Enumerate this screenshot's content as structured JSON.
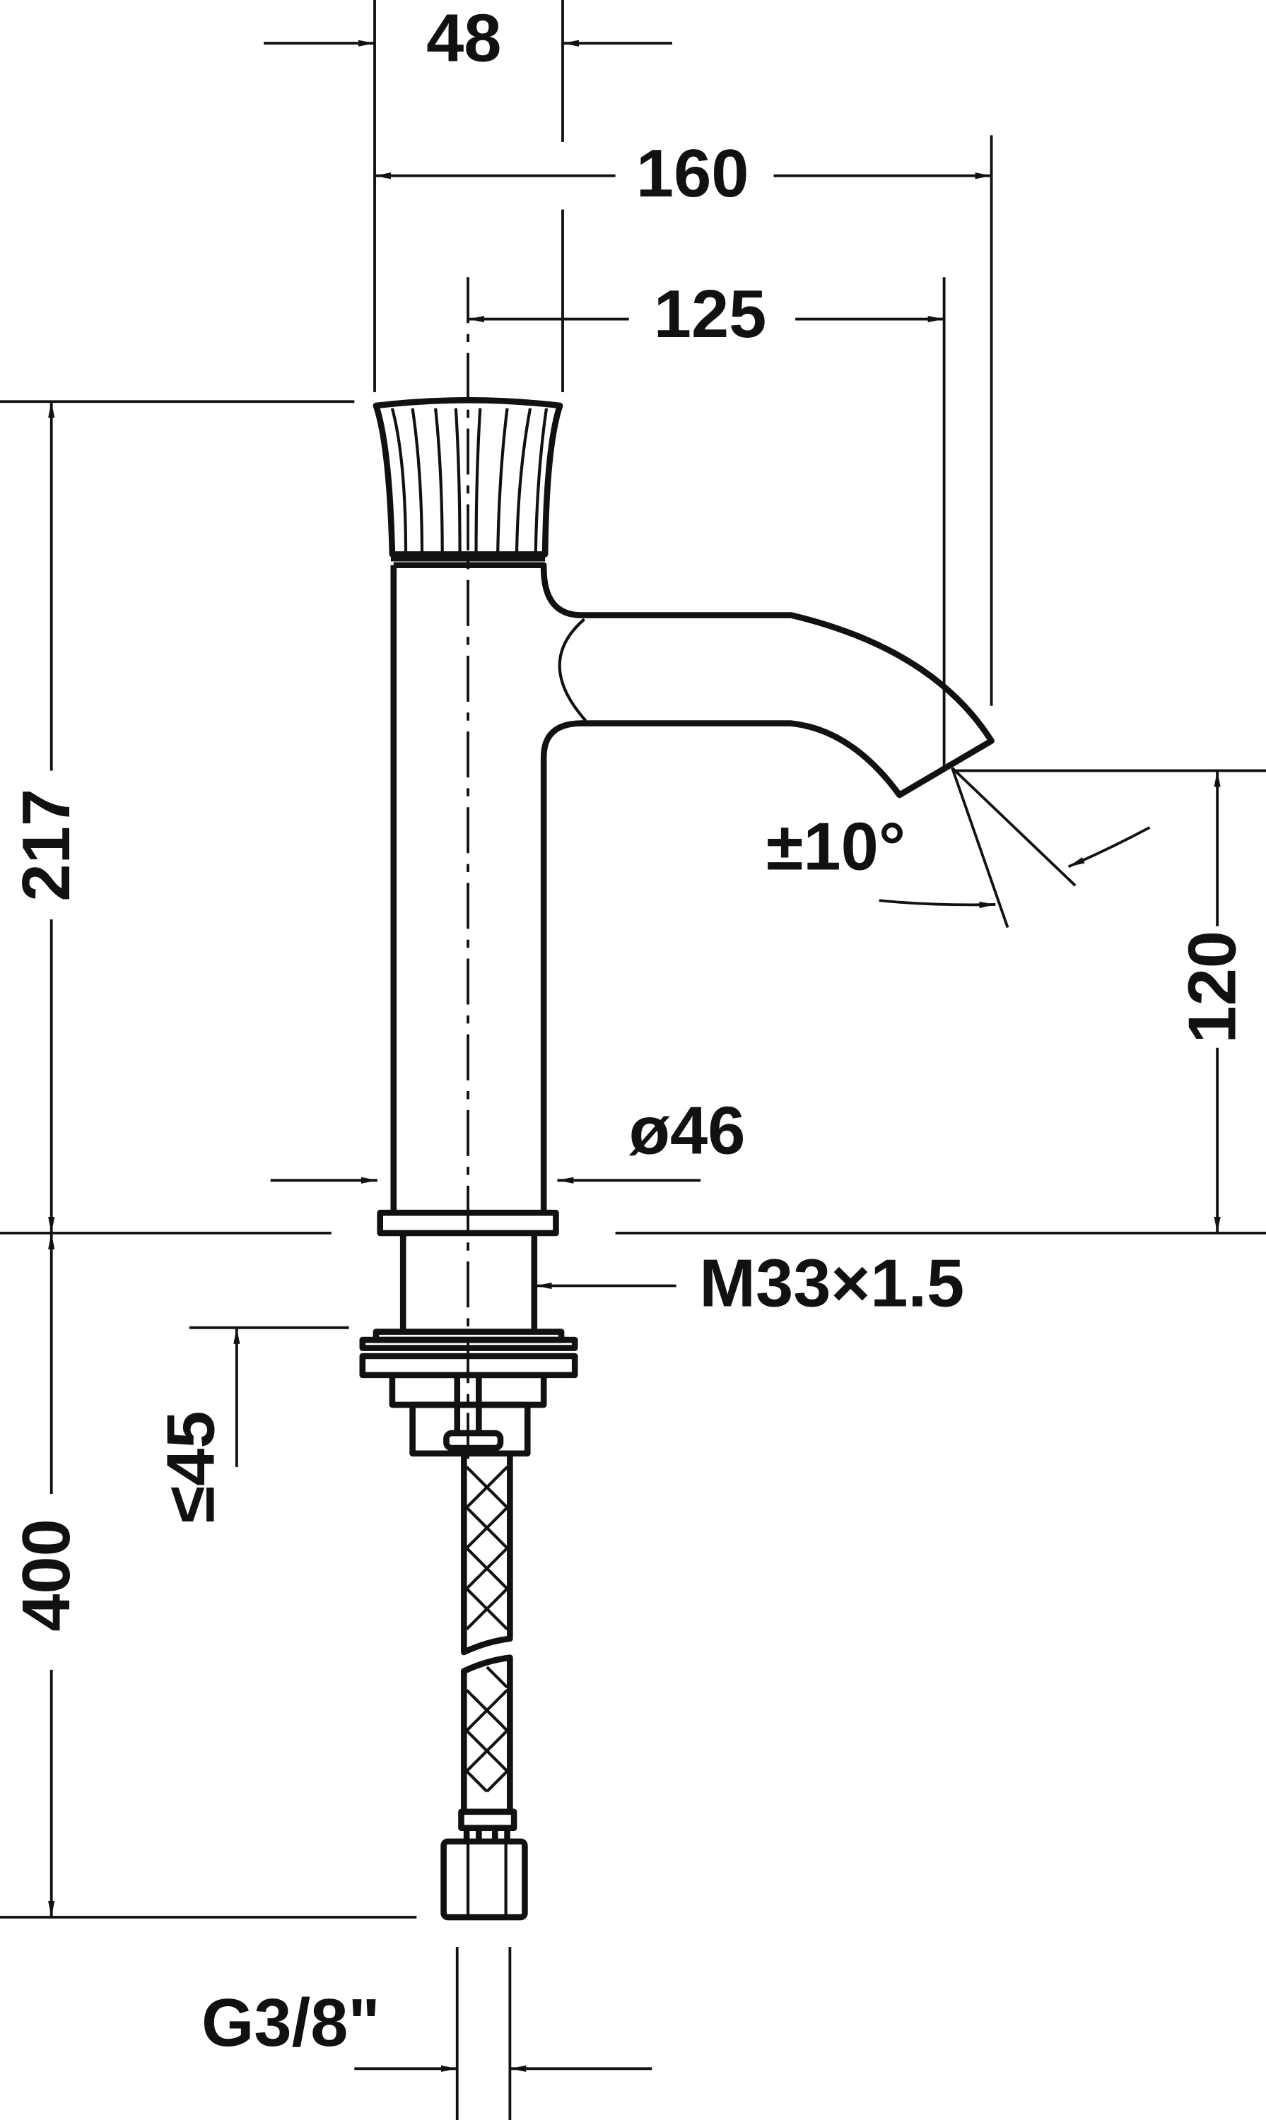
{
  "drawing": {
    "colors": {
      "line": "#111111",
      "background": "#ffffff"
    },
    "dimensions": {
      "handle_width": "48",
      "overall_depth": "160",
      "spout_reach": "125",
      "overall_height": "217",
      "spout_angle": "±10°",
      "spout_height": "120",
      "body_diameter": "ø46",
      "thread": "M33×1.5",
      "max_deck_thickness": "≤45",
      "hose_length": "400",
      "connection": "G3/8\""
    }
  }
}
